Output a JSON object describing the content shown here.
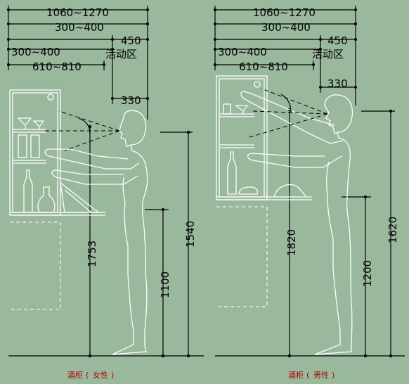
{
  "left": {
    "dims": {
      "overall": "1060~1270",
      "upper": "300~400",
      "zone_width": "450",
      "activity_zone": "活动区",
      "lower": "300~400",
      "reach": "610~810",
      "eye_offset": "330",
      "h_eye": "1753",
      "h_counter": "1100",
      "h_shoulder": "1540"
    },
    "caption": {
      "main": "酒柜",
      "paren_open": "(",
      "sex": "女性",
      "paren_close": ")"
    }
  },
  "right": {
    "dims": {
      "overall": "1060~1270",
      "upper": "300~400",
      "zone_width": "450",
      "activity_zone": "活动区",
      "lower": "300~400",
      "reach": "610~810",
      "eye_offset": "330",
      "h_eye": "1820",
      "h_counter": "1200",
      "h_shoulder": "1620"
    },
    "caption": {
      "main": "酒柜",
      "paren_open": "(",
      "sex": "男性",
      "paren_close": ")"
    }
  },
  "colors": {
    "background": "#99b89c",
    "dimension_lines": "#000000",
    "drawing_lines": "#ffffff",
    "caption": "#b00000"
  }
}
